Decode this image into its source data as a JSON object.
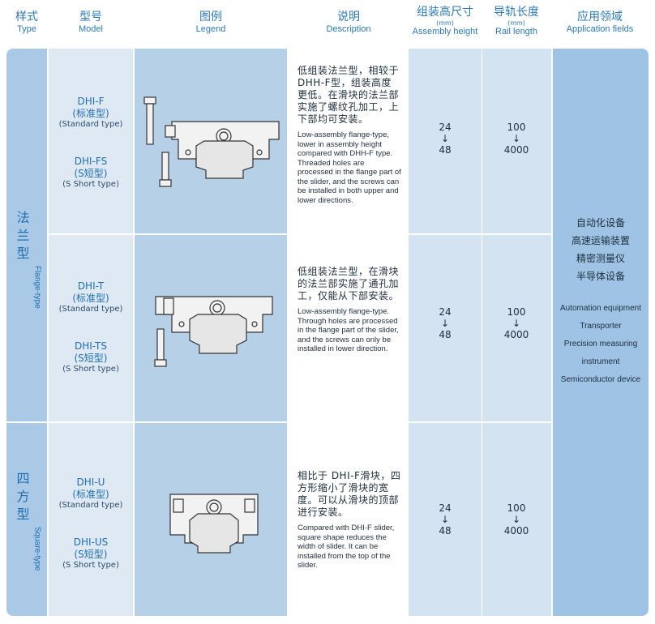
{
  "header": {
    "type": {
      "zh": "样式",
      "en": "Type"
    },
    "model": {
      "zh": "型号",
      "en": "Model"
    },
    "legend": {
      "zh": "图例",
      "en": "Legend"
    },
    "description": {
      "zh": "说明",
      "en": "Description"
    },
    "assembly_height": {
      "zh": "组装高尺寸",
      "unit": "(mm)",
      "en": "Assembly height"
    },
    "rail_length": {
      "zh": "导轨长度",
      "unit": "(mm)",
      "en": "Rail length"
    },
    "application": {
      "zh": "应用领域",
      "en": "Application fields"
    }
  },
  "groups": [
    {
      "zh": "法兰型",
      "en": "Flange-type"
    },
    {
      "zh": "四方型",
      "en": "Square-type"
    }
  ],
  "rows": [
    {
      "models": [
        {
          "name": "DHI-F",
          "zh": "(标准型)",
          "en": "(Standard type)"
        },
        {
          "name": "DHI-FS",
          "zh": "(S短型)",
          "en": "(S Short type)"
        }
      ],
      "desc_zh": "低组装法兰型，相较于 DHH-F型，组装高度更低。在滑块的法兰部实施了螺纹孔加工，上下部均可安装。",
      "desc_en": "Low-assembly flange-type, lower in assembly height compared with DHH-F type. Threaded holes are processed in the flange part of the slider, and the screws can be installed in both upper and lower directions.",
      "height": {
        "from": "24",
        "arrow": "↓",
        "to": "48"
      },
      "rail": {
        "from": "100",
        "arrow": "↓",
        "to": "4000"
      }
    },
    {
      "models": [
        {
          "name": "DHI-T",
          "zh": "(标准型)",
          "en": "(Standard type)"
        },
        {
          "name": "DHI-TS",
          "zh": "(S短型)",
          "en": "(S Short type)"
        }
      ],
      "desc_zh": "低组装法兰型，在滑块的法兰部实施了通孔加工，仅能从下部安装。",
      "desc_en": "Low-assembly flange-type. Through holes are processed in the flange part of the slider, and the screws can only be installed in lower direction.",
      "height": {
        "from": "24",
        "arrow": "↓",
        "to": "48"
      },
      "rail": {
        "from": "100",
        "arrow": "↓",
        "to": "4000"
      }
    },
    {
      "models": [
        {
          "name": "DHI-U",
          "zh": "(标准型)",
          "en": "(Standard type)"
        },
        {
          "name": "DHI-US",
          "zh": "(S短型)",
          "en": "(S Short type)"
        }
      ],
      "desc_zh": "相比于 DHI-F滑块，四方形缩小了滑块的宽度。可以从滑块的顶部进行安装。",
      "desc_en": "Compared with DHI-F slider, square shape reduces the width of slider. It can be installed from the top of the slider.",
      "height": {
        "from": "24",
        "arrow": "↓",
        "to": "48"
      },
      "rail": {
        "from": "100",
        "arrow": "↓",
        "to": "4000"
      }
    }
  ],
  "applications": {
    "zh": [
      "自动化设备",
      "高速运输装置",
      "精密测量仪",
      "半导体设备"
    ],
    "en": [
      "Automation equipment",
      "Transporter",
      "Precision measuring",
      "instrument",
      "Semiconductor device"
    ]
  },
  "colors": {
    "header_text": "#2d79b6",
    "type_column": "#a9c9e6",
    "model_column": "#dfe9f4",
    "legend_column": "#b6d0e8",
    "desc_column": "#ffffff",
    "value_column": "#d3e3f2",
    "app_column": "#9fc3e4"
  }
}
